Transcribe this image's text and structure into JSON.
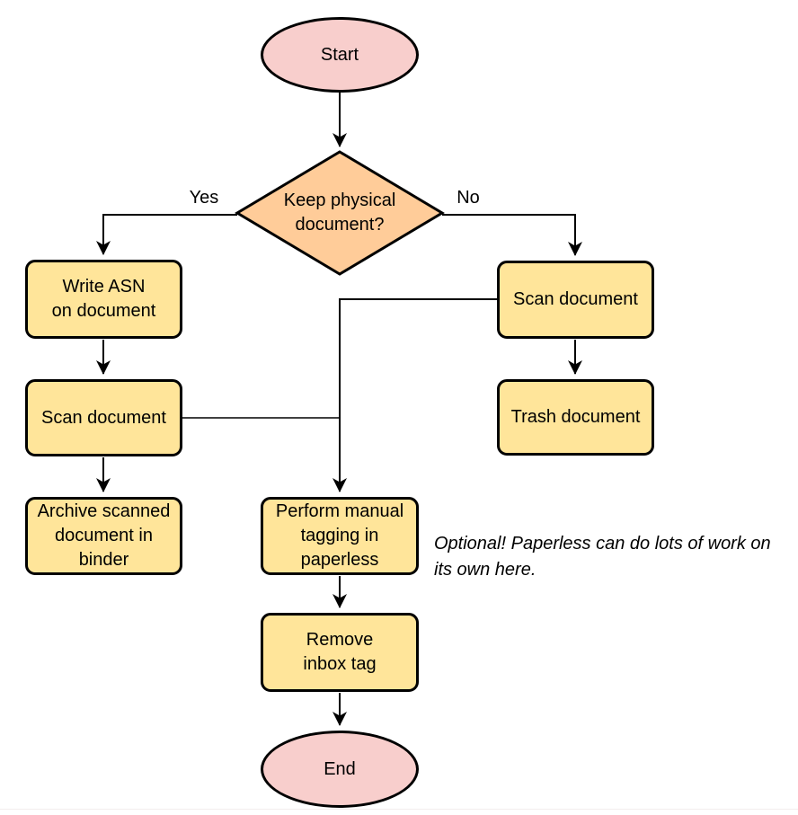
{
  "colors": {
    "terminal_fill": "#f8cecc",
    "process_fill": "#ffe59a",
    "decision_fill": "#ffcc99",
    "stroke": "#000000",
    "background": "#ffffff"
  },
  "nodes": {
    "start": {
      "label": "Start"
    },
    "keep_physical": {
      "label": "Keep physical\ndocument?"
    },
    "write_asn": {
      "label": "Write ASN\non document"
    },
    "scan_document_left": {
      "label": "Scan document"
    },
    "archive_scanned": {
      "label": "Archive scanned\ndocument in\nbinder"
    },
    "scan_document_right": {
      "label": "Scan document"
    },
    "trash_document": {
      "label": "Trash document"
    },
    "manual_tagging": {
      "label": "Perform manual\ntagging in\npaperless"
    },
    "remove_inbox_tag": {
      "label": "Remove\ninbox tag"
    },
    "end": {
      "label": "End"
    }
  },
  "edge_labels": {
    "yes": "Yes",
    "no": "No"
  },
  "note": {
    "text": "Optional! Paperless can do lots of work on\nits own here."
  }
}
